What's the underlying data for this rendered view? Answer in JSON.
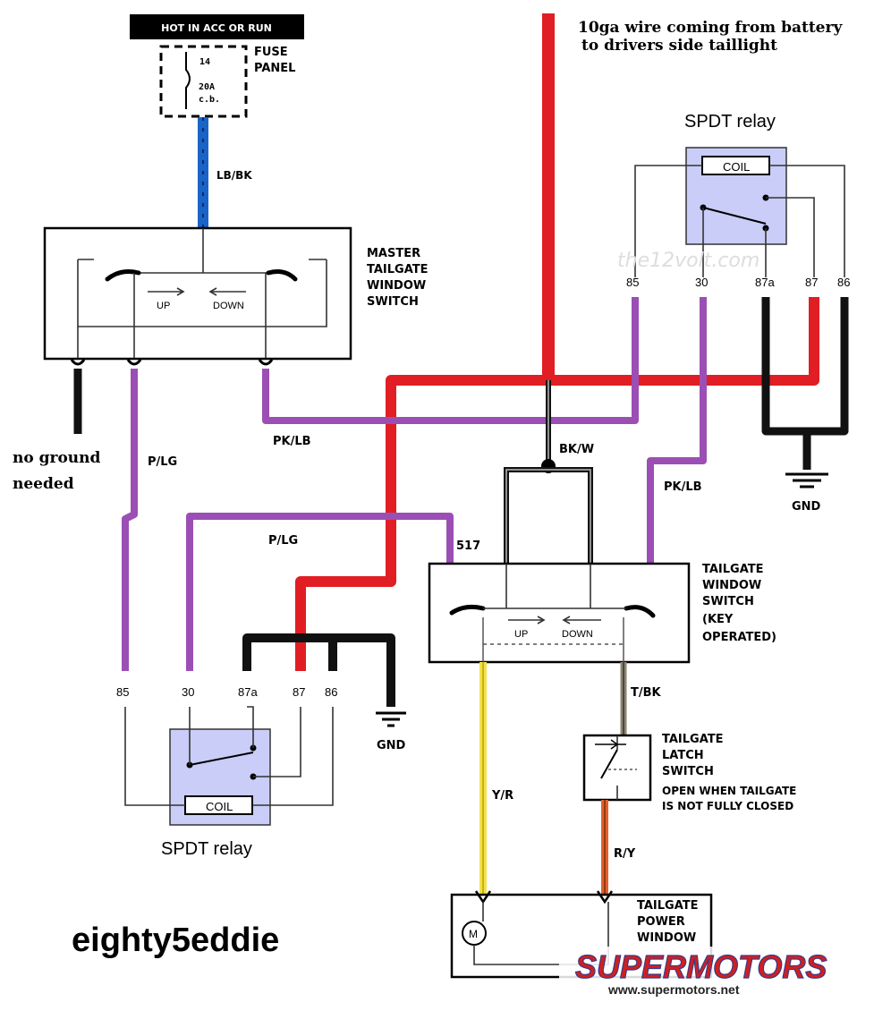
{
  "top_note": "10ga wire coming from battery",
  "top_note2": "to drivers side taillight",
  "hot_label": "HOT IN ACC OR RUN",
  "fuse": {
    "label1": "FUSE",
    "label2": "PANEL",
    "num": "14",
    "rating": "20A",
    "type": "c.b."
  },
  "wires": {
    "lbbk": "LB/BK",
    "plg_left": "P/LG",
    "pklb_left": "PK/LB",
    "plg_mid": "P/LG",
    "bkw": "BK/W",
    "pklb_right": "PK/LB",
    "circuit_517": "517",
    "tbk": "T/BK",
    "yr": "Y/R",
    "ry": "R/Y"
  },
  "master_switch": {
    "line1": "MASTER",
    "line2": "TAILGATE",
    "line3": "WINDOW",
    "line4": "SWITCH",
    "up": "UP",
    "down": "DOWN"
  },
  "no_ground": {
    "line1": "no ground",
    "line2": "needed"
  },
  "relay_right": {
    "title": "SPDT relay",
    "coil": "COIL",
    "pins": [
      "85",
      "30",
      "87a",
      "87",
      "86"
    ],
    "gnd": "GND",
    "watermark": "the12volt.com"
  },
  "relay_left": {
    "title": "SPDT relay",
    "coil": "COIL",
    "pins": [
      "85",
      "30",
      "87a",
      "87",
      "86"
    ],
    "gnd": "GND"
  },
  "tailgate_switch": {
    "line1": "TAILGATE",
    "line2": "WINDOW",
    "line3": "SWITCH",
    "line4": "(KEY",
    "line5": "OPERATED)",
    "up": "UP",
    "down": "DOWN"
  },
  "latch": {
    "line1": "TAILGATE",
    "line2": "LATCH",
    "line3": "SWITCH",
    "note1": "OPEN WHEN TAILGATE",
    "note2": "IS NOT FULLY CLOSED"
  },
  "window": {
    "line1": "TAILGATE",
    "line2": "POWER",
    "line3": "WINDOW",
    "motor": "M"
  },
  "author": "eighty5eddie",
  "logo": {
    "brand": "SUPERMOTORS",
    "url": "www.supermotors.net"
  }
}
